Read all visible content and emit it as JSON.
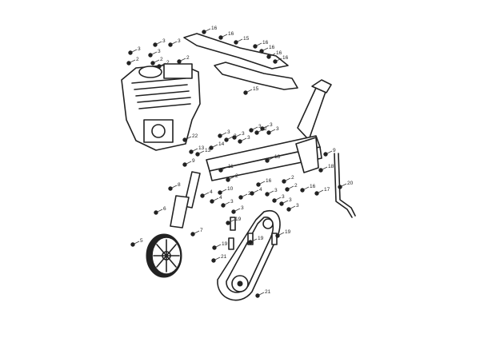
{
  "diagram": {
    "type": "exploded parts diagram",
    "line_color": "#222222",
    "background": "#ffffff",
    "callouts": [
      "16",
      "16",
      "15",
      "16",
      "16",
      "16",
      "16",
      "15",
      "3",
      "3",
      "3",
      "3",
      "2",
      "2",
      "2",
      "2",
      "22",
      "13",
      "13",
      "14",
      "9",
      "3",
      "2",
      "3",
      "3",
      "3",
      "2",
      "3",
      "3",
      "9",
      "18",
      "18",
      "11",
      "2",
      "16",
      "10",
      "4",
      "4",
      "4",
      "2",
      "3",
      "3",
      "3",
      "3",
      "2",
      "2",
      "3",
      "3",
      "16",
      "17",
      "20",
      "8",
      "6",
      "7",
      "5",
      "19",
      "19",
      "19",
      "19",
      "21",
      "21"
    ]
  }
}
